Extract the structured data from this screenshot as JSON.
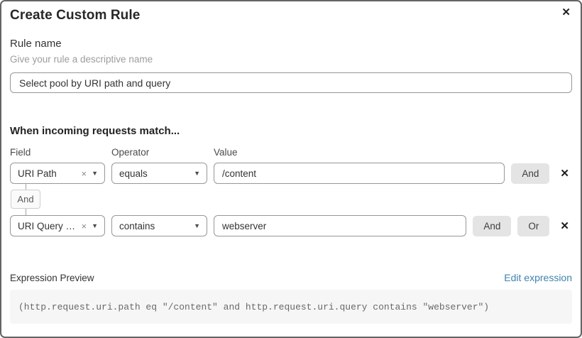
{
  "dialog": {
    "title": "Create Custom Rule"
  },
  "icons": {
    "close": "✕",
    "clear": "×",
    "caret": "▼",
    "remove": "✕"
  },
  "rule_name": {
    "label": "Rule name",
    "helper": "Give your rule a descriptive name",
    "value": "Select pool by URI path and query"
  },
  "match": {
    "heading": "When incoming requests match...",
    "columns": {
      "field": "Field",
      "operator": "Operator",
      "value": "Value"
    },
    "connector_label": "And",
    "rows": [
      {
        "field": "URI Path",
        "operator": "equals",
        "value": "/content",
        "and_label": "And"
      },
      {
        "field": "URI Query St...",
        "operator": "contains",
        "value": "webserver",
        "and_label": "And",
        "or_label": "Or"
      }
    ]
  },
  "expression": {
    "label": "Expression Preview",
    "edit_link": "Edit expression",
    "code": "(http.request.uri.path eq \"/content\" and http.request.uri.query contains \"webserver\")"
  },
  "colors": {
    "link_blue": "#3e83ad",
    "button_gray": "#e4e4e4",
    "border_gray": "#979797",
    "code_bg": "#f6f6f6"
  }
}
